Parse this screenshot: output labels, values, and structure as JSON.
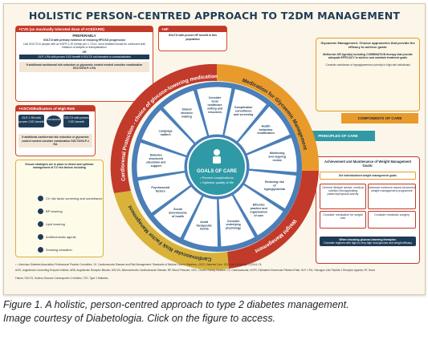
{
  "title": "HOLISTIC PERSON-CENTRED APPROACH TO T2DM MANAGEMENT",
  "cvd_box": {
    "header": "+CVD (as maximally tolerated dose of ACEi/ARB)",
    "preferably": "PREFERABLY",
    "line1": "SGLT2i with primary evidence of reducing HF/CKD progression",
    "line2": "Use SGLT2i in people with an eGFR ≥ 20 ml/min per 1.73 m²; once initiated should be continued until initiation of dialysis or transplantation",
    "or": "OR",
    "line3": "GLP-1 RA with proven CVD benefit if SGLT2i not tolerated or contraindicated",
    "footer": "If additional cardiorenal risk reduction or glycaemic control needed consider combination SGLT2i/GLP-1 RA"
  },
  "hf_box": {
    "header": "+HF",
    "text": "SGLT2i with proven HF benefit in this population"
  },
  "ascvd_box": {
    "header": "+ASCVD/Indicators of High Risk",
    "left": "GLP-1 RA with proven CVD benefit",
    "either": "EITHER/OR",
    "right": "SGLT2i with proven CVD benefit",
    "footer": "If additional cardiorenal risk reduction or glycaemic control needed consider combination SGLT2i/GLP-1 RA"
  },
  "cv_box": {
    "intro": "Ensure strategies are in place to detect and optimise management of CV risk factors including",
    "items": [
      "CV risk factor screening and surveillance",
      "BP lowering",
      "Lipid lowering",
      "Antithrombotic agents",
      "Smoking cessation"
    ]
  },
  "glycaemic_box": {
    "title": "Glycaemic Management: Choose approaches that provide the efficacy to achieve goals:",
    "line1": "Metformin OR Agent(s) including COMBINATION therapy that provide adequate EFFICACY to achieve and maintain treatment goals",
    "line2": "Consider avoidance of hypoglycaemia a priority in high-risk individuals"
  },
  "components_label": "COMPONENTS OF CARE",
  "principles_label": "PRINCIPLES OF CARE",
  "weight_box": {
    "title": "Achievement and Maintenance of Weight Management Goals:",
    "goal": "Set individualised weight management goals",
    "cell1": "General lifestyle advice: medical nutrition therapy/eating patterns/physical activity",
    "cell2": "Intensive evidence-based structured weight management programme",
    "cell3": "Consider medication for weight loss",
    "cell4": "Consider metabolic surgery",
    "glp_title": "When choosing glucose-lowering therapies:",
    "glp_text": "Consider regimen with high-to-very-high dual glucose and weight efficacy"
  },
  "wheel": {
    "ring_labels": [
      "Cardiorenal Protection - choice of glucose-lowering medication",
      "Medication for Glycaemic Management",
      "Weight Management",
      "Cardiovascular Risk Factor Management"
    ],
    "center_title": "GOALS OF CARE",
    "center_line1": "• Prevent complications",
    "center_line2": "• Optimise quality of life",
    "segments": [
      "Complication surveillance and screening",
      "Health behaviour modification",
      "Monitoring and ongoing review",
      "Reducing risk of hypoglycaemia",
      "Effective practice and organisation of care",
      "Consider underlying physiology",
      "Avoid therapeutic inertia",
      "Social determinants of health",
      "Psychosocial factors",
      "Diabetes structured education and support",
      "Language matters",
      "Shared decision making",
      "Consider local healthcare setting and resources"
    ]
  },
  "footnotes": [
    "¹ = American Diabetes Association Professional Practice Committee. 10. Cardiovascular Disease and Risk Management: Standards of Medical Care in Diabetes—2022. Diabetes Care. 2022 Jan 1;45(Suppl 1):S144–74.",
    "ACEi, Angiotensin-Converting Enzyme Inhibitor; ARB, Angiotensin Receptor Blocker; ASCVD, Atherosclerotic Cardiovascular Disease; BP, Blood Pressure; CKD, Chronic Kidney Disease; CV, Cardiovascular; eGFR, Estimated Glomerular Filtration Rate; GLP-1 RA, Glucagon-Like Peptide-1 Receptor Agonist; HF, Heart",
    "Failure; SGLT2i, Sodium-Glucose Cotransporter-2 Inhibitor; T2D, Type 2 Diabetes."
  ],
  "caption": {
    "part1": "Figure 1. A holistic, person-centred approach to type 2 diabetes management.",
    "part2a": "Image courtesy of ",
    "journal": "Diabetologia",
    "part2b": ". Click on the figure to access."
  },
  "colors": {
    "red": "#c23a2a",
    "orange": "#e89a2b",
    "gold": "#d9b23a",
    "navy": "#1f3c57",
    "teal": "#2f9aa6",
    "blue": "#4a7fb8"
  }
}
